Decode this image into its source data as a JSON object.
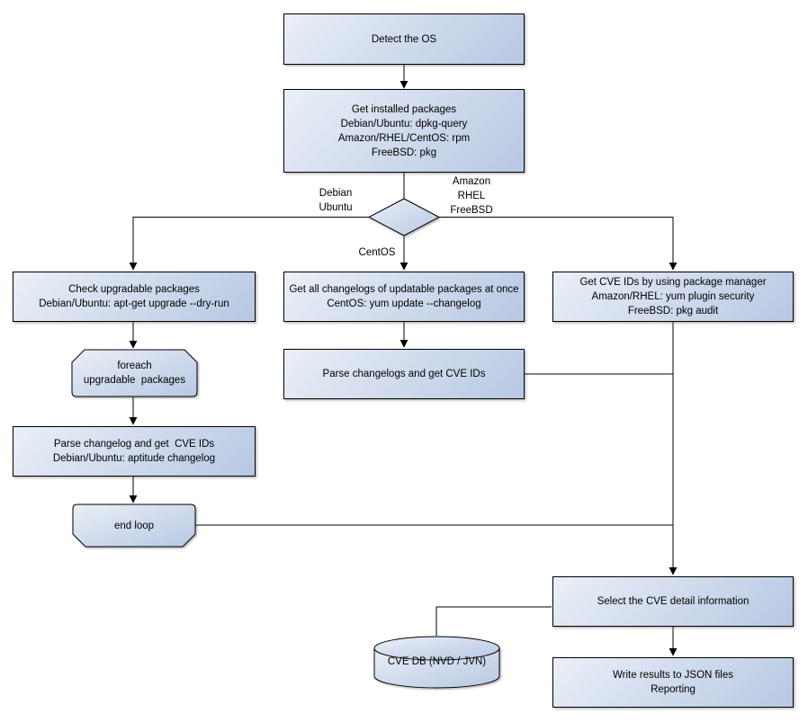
{
  "nodes": {
    "detect_os": "Detect the OS",
    "get_installed_packages": "Get installed packages\nDebian/Ubuntu: dpkg-query\nAmazon/RHEL/CentOS: rpm\nFreeBSD: pkg",
    "check_upgradable": "Check upgradable packages\nDebian/Ubuntu: apt-get upgrade --dry-run",
    "foreach_loop": "foreach\nupgradable  packages",
    "parse_changelog_debian": "Parse changelog and get  CVE IDs\nDebian/Ubuntu: aptitude changelog",
    "end_loop": "end loop",
    "get_all_changelogs": "Get all changelogs of updatable packages at once\nCentOS: yum update --changelog",
    "parse_changelogs": "Parse changelogs and get CVE IDs",
    "get_cve_ids_pkg_mgr": "Get CVE IDs by using package manager\nAmazon/RHEL: yum plugin security\nFreeBSD: pkg audit",
    "select_cve_detail": "Select the CVE detail information",
    "cve_db": "CVE DB (NVD / JVN)",
    "write_results": "Write results to JSON files\nReporting"
  },
  "branch_labels": {
    "left": "Debian\nUbuntu",
    "right": "Amazon\nRHEL\nFreeBSD",
    "down": "CentOS"
  },
  "colors": {
    "node_fill_light": "#ebf0f8",
    "node_fill_dark": "#b7c8e2",
    "node_border": "#000000",
    "connector": "#000000",
    "background": "#ffffff",
    "text": "#000000"
  }
}
